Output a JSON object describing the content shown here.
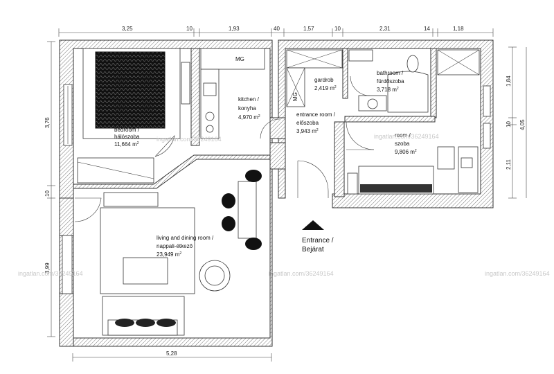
{
  "dimensions": {
    "top": [
      "3,25",
      "10",
      "1,93",
      "40",
      "1,57",
      "10",
      "2,31",
      "14",
      "1,18"
    ],
    "left": [
      "3,76",
      "10",
      "3,99"
    ],
    "right": [
      "1,84",
      "10",
      "4,05",
      "2,11"
    ],
    "bottom": "5,28"
  },
  "rooms": {
    "bedroom": {
      "name": "bedroom /",
      "local": "hálószoba",
      "area": "11,664 m",
      "unit_sup": "2"
    },
    "kitchen": {
      "name": "kitchen /",
      "local": "konyha",
      "area": "4,970 m",
      "unit_sup": "2"
    },
    "gardrob": {
      "name": "gardrob",
      "area": "2,419 m",
      "unit_sup": "2"
    },
    "entrance_room": {
      "name": "entrance room /",
      "local": "előszoba",
      "area": "3,943 m",
      "unit_sup": "2"
    },
    "bathroom": {
      "name": "bathroom /",
      "local": "fürdőszoba",
      "area": "3,718 m",
      "unit_sup": "2"
    },
    "room": {
      "name": "room /",
      "local": "szoba",
      "area": "9,806 m",
      "unit_sup": "2"
    },
    "living": {
      "name": "living and dining room /",
      "local": "nappali-étkező",
      "area": "23,949 m",
      "unit_sup": "2"
    }
  },
  "labels": {
    "mg": "MG",
    "entrance": "Entrance /",
    "entrance_local": "Bejárat"
  },
  "watermark": "ingatlan.com/36249164"
}
